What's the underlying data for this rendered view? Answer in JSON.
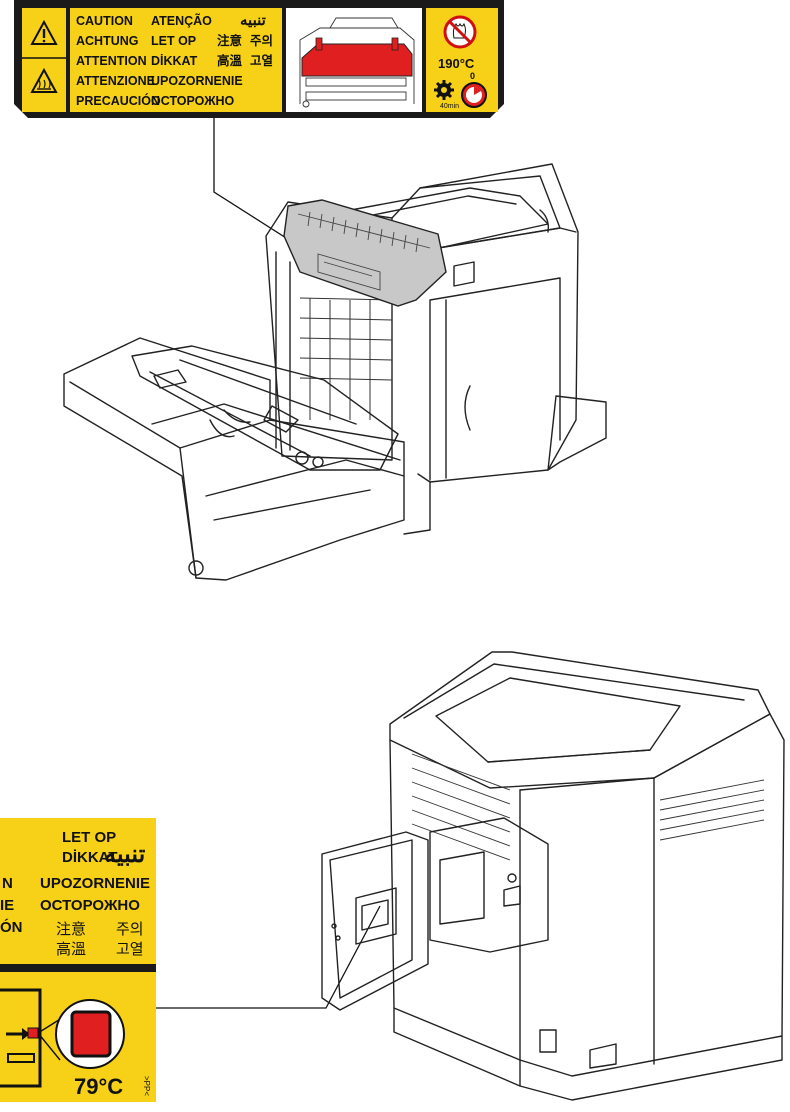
{
  "top_label": {
    "languages": [
      [
        "CAUTION",
        "ATENÇÃO",
        "تنبيه"
      ],
      [
        "ACHTUNG",
        "LET OP",
        "注意",
        "주의"
      ],
      [
        "ATTENTION",
        "DİKKAT",
        "高溫",
        "고열"
      ],
      [
        "ATTENZIONE",
        "UPOZORNENIE"
      ],
      [
        "PRECAUCIÓN",
        "ОСТОРОЖНО"
      ]
    ],
    "temperature": "190°C",
    "cooldown_value": "0",
    "cooldown_time": "40min",
    "colors": {
      "label_bg": "#f7d117",
      "frame": "#1a1a1a",
      "fuser_red": "#e02020"
    }
  },
  "bottom_label": {
    "lines": {
      "let_op": "LET OP",
      "arabic": "تنبيه",
      "dikkat": "DİKKAT",
      "partial_1": "N",
      "upozornenie": "UPOZORNENIE",
      "partial_2": "IE",
      "ostorozhno": "ОСТОРОЖНО",
      "partial_3": "ÓN",
      "zh_note": "注意",
      "ko_note": "주의",
      "zh_hot": "高溫",
      "ko_hot": "고열"
    },
    "temperature": "79°C",
    "side_text": ">PP<",
    "colors": {
      "label_bg": "#f7d117",
      "indicator_red": "#e02020"
    }
  }
}
